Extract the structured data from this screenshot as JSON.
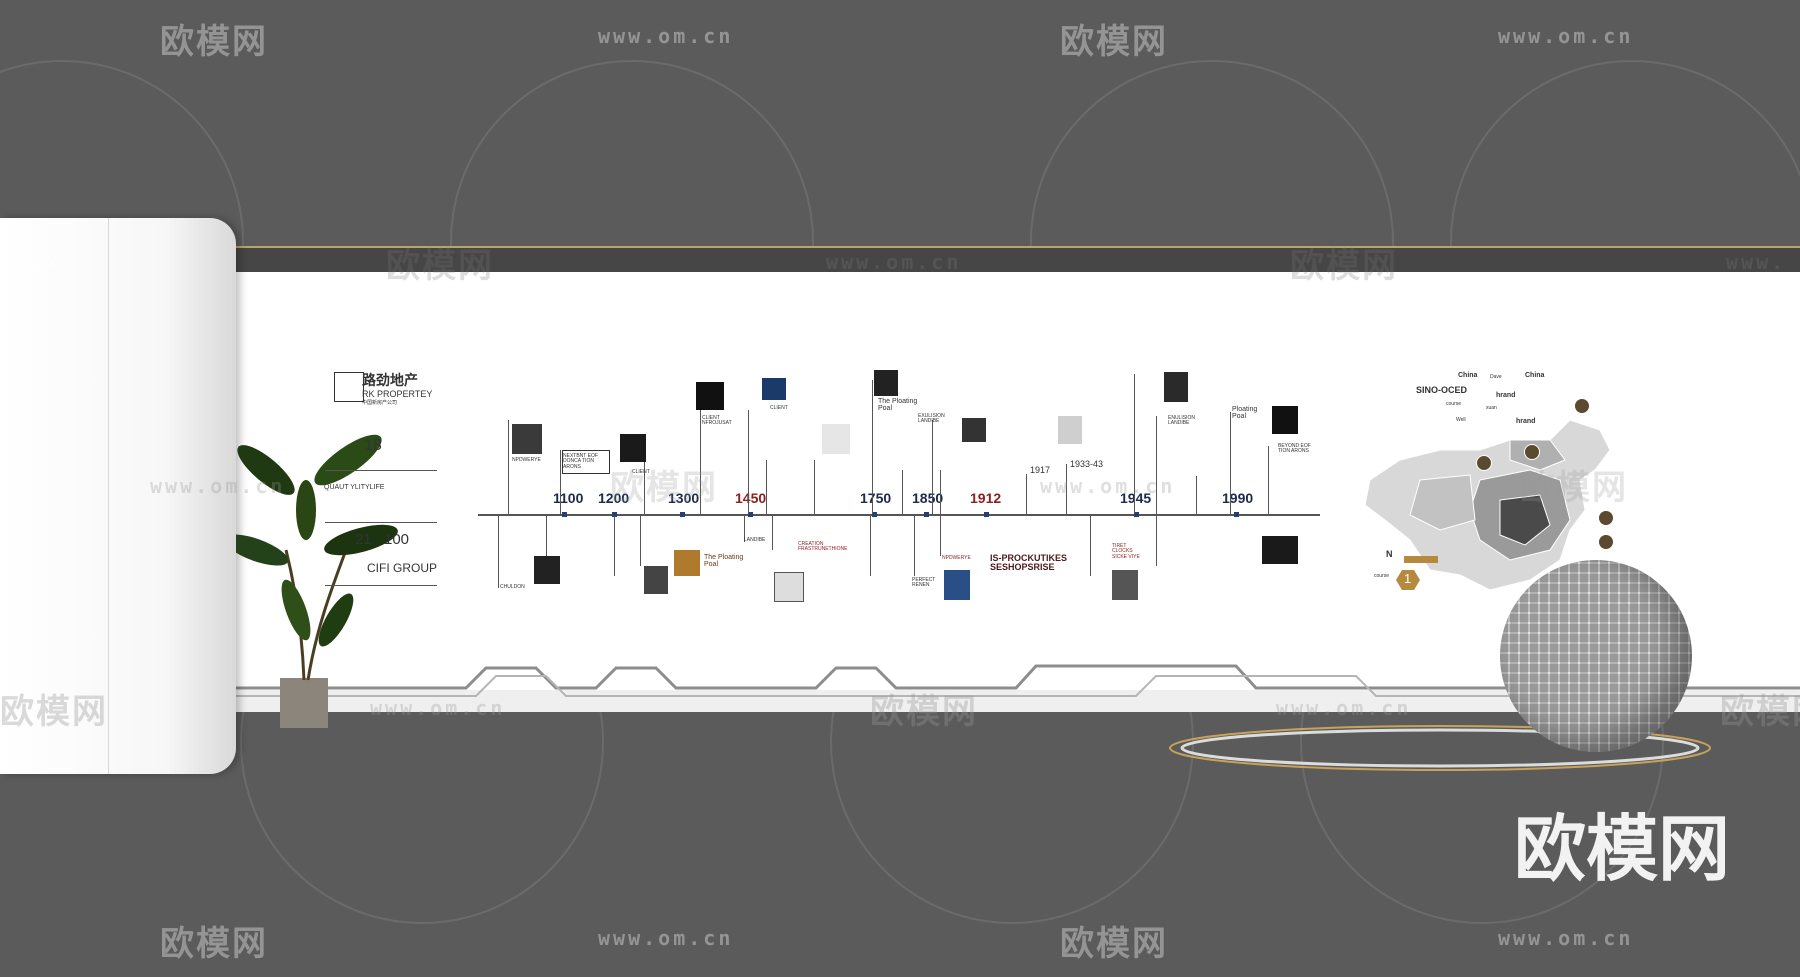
{
  "watermarks": {
    "brand": "欧模网",
    "url": "www.om.cn",
    "url_short": "om.cn",
    "url_partial": "www.",
    "big_logo": "欧模网"
  },
  "brand_panel": {
    "cn_name": "路劲地产",
    "en_name": "RK PROPERTEY",
    "tagline": "中国新房产公司",
    "line1": "18",
    "line2": "QUAUT YLITYLIFE",
    "line3_a": "21",
    "line3_b": "100",
    "group": "CIFI GROUP"
  },
  "timeline": {
    "years": [
      "1100",
      "1200",
      "1300",
      "1450",
      "1750",
      "1850",
      "1912",
      "1945",
      "1990"
    ],
    "labels_top": [
      {
        "text": "NPDWERYE"
      },
      {
        "text": "NEXTBNT EOF DONCA TION ARONS"
      },
      {
        "text": "CLIENT"
      },
      {
        "text": "CLIENT NFROJUSAT"
      },
      {
        "text": "CLIENT"
      },
      {
        "text": "The Ploating Poal"
      },
      {
        "text": "EXULISION LANDIBE"
      },
      {
        "text": "1917"
      },
      {
        "text": "1933-43"
      },
      {
        "text": "ENULISION LANDIBE"
      },
      {
        "text": "Ploating Poal"
      },
      {
        "text": "BEYOND EOF TION ARONS"
      }
    ],
    "labels_bottom": [
      {
        "text": "CHULDON"
      },
      {
        "text": "The Ploating Poal"
      },
      {
        "text": "LANDIBE"
      },
      {
        "text": "CREATION FRASTRUNETHIONE"
      },
      {
        "text": "NPDWERYE"
      },
      {
        "text": "IS-PROCKUTIKES SESHOPSRISE"
      },
      {
        "text": "TIRET CLOCKS SICKE VIYE"
      },
      {
        "text": "PERFECT RENEN"
      }
    ]
  },
  "map": {
    "labels": [
      "China",
      "Dave",
      "China",
      "SINO-OCED",
      "hrand",
      "course",
      "xuan",
      "Well",
      "hrand",
      "N",
      "course"
    ],
    "badge_number": "1"
  }
}
